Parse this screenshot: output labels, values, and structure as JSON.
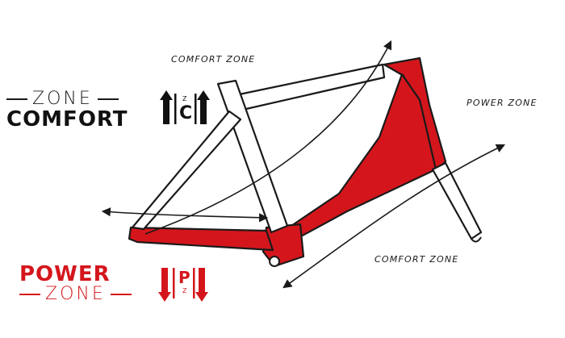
{
  "labels": {
    "comfort_zone_top": "COMFORT ZONE",
    "power_zone_right": "POWER ZONE",
    "comfort_zone_bottom": "COMFORT ZONE"
  },
  "legend_comfort": {
    "zone_word": "ZONE",
    "main_word": "COMFORT",
    "badge_letter": "C",
    "badge_small": "Z"
  },
  "legend_power": {
    "main_word": "POWER",
    "zone_word": "ZONE",
    "badge_letter": "P",
    "badge_small": "Z"
  },
  "colors": {
    "power_red": "#d4161c",
    "outline": "#1a1a1a",
    "background": "#ffffff"
  }
}
